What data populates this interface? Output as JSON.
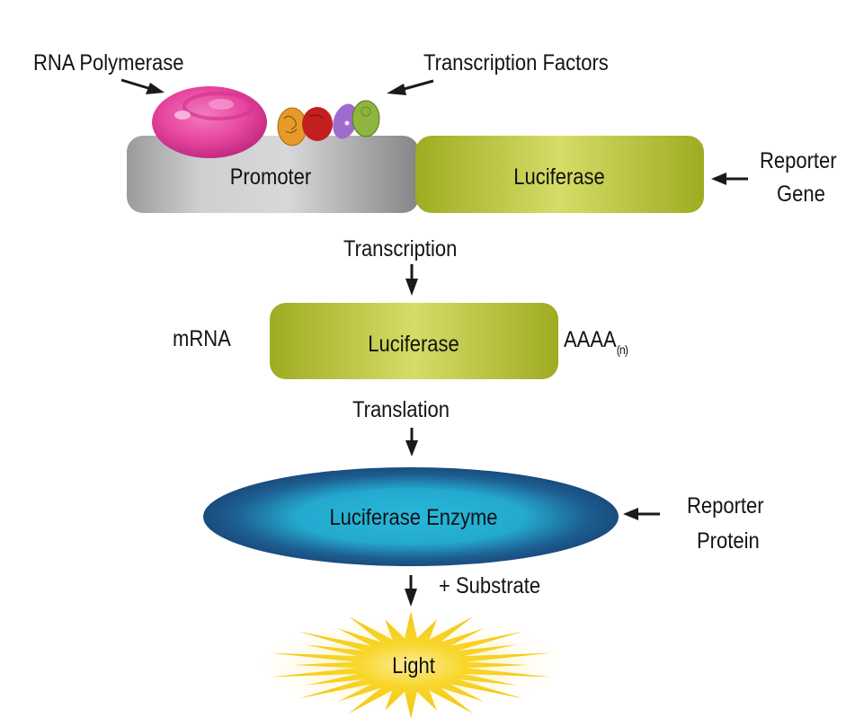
{
  "labels": {
    "rna_polymerase": "RNA Polymerase",
    "transcription_factors": "Transcription Factors",
    "promoter": "Promoter",
    "luciferase_gene": "Luciferase",
    "reporter_gene_line1": "Reporter",
    "reporter_gene_line2": "Gene",
    "transcription": "Transcription",
    "mrna": "mRNA",
    "luciferase_mrna": "Luciferase",
    "polya": "AAAA",
    "polya_subscript": "(n)",
    "translation": "Translation",
    "luciferase_enzyme": "Luciferase Enzyme",
    "reporter_protein_line1": "Reporter",
    "reporter_protein_line2": "Protein",
    "substrate": "+ Substrate",
    "light": "Light"
  },
  "colors": {
    "promoter_gray": "#b8b8b8",
    "luciferase_green": "#b5c23a",
    "luciferase_highlight": "#d6dc67",
    "polymerase_pink": "#e8469f",
    "tf_orange": "#e59a2a",
    "tf_red": "#c41f1f",
    "tf_purple": "#a06bcf",
    "tf_green": "#8db53f",
    "enzyme_dark": "#1d4f82",
    "enzyme_light": "#27b6d8",
    "light_yellow": "#f5d11b",
    "arrow": "#1a1a1a"
  }
}
